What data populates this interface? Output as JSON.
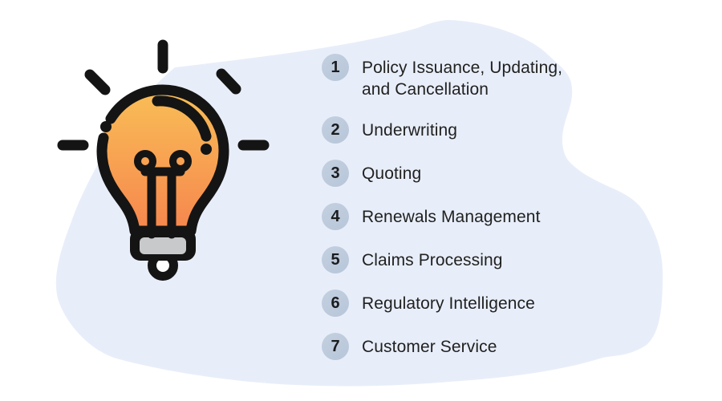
{
  "theme": {
    "canvas_color": "#ffffff",
    "blob_color": "#e8eef9",
    "outline_color": "#141414",
    "bulb_gradient_top": "#f9be56",
    "bulb_gradient_bottom": "#f6864e",
    "bulb_base_color": "#c8c9cb",
    "badge_color": "#b7c6d9",
    "badge_highlight": "#c3d0e0",
    "badge_text_color": "#1b1c1e",
    "text_color": "#212121"
  },
  "illustration": {
    "name": "idea-lightbulb"
  },
  "list": {
    "items": [
      {
        "number": "1",
        "label": "Policy Issuance, Updating,\nand Cancellation"
      },
      {
        "number": "2",
        "label": "Underwriting"
      },
      {
        "number": "3",
        "label": "Quoting"
      },
      {
        "number": "4",
        "label": "Renewals Management"
      },
      {
        "number": "5",
        "label": "Claims Processing"
      },
      {
        "number": "6",
        "label": "Regulatory Intelligence"
      },
      {
        "number": "7",
        "label": "Customer Service"
      }
    ]
  }
}
